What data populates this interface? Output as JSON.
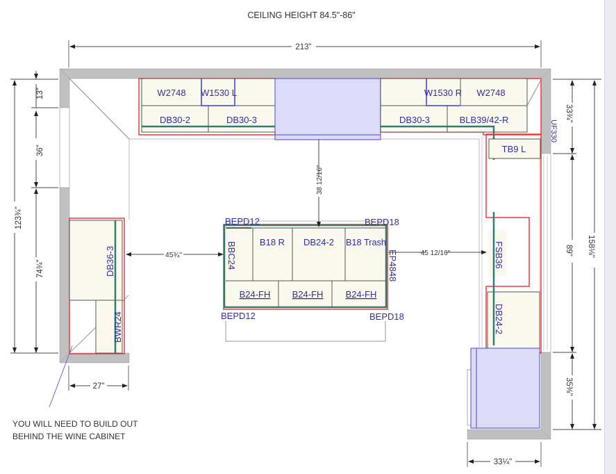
{
  "header": {
    "ceiling_height": "CEILING HEIGHT 84.5\"-86\""
  },
  "dimensions": {
    "overall_width": "213\"",
    "left_top": "13\"",
    "left_window": "36\"",
    "left_lower": "74¾\"",
    "left_total": "123¾\"",
    "left_bottom_return": "27\"",
    "right_top": "33¾\"",
    "right_window": "89\"",
    "right_lower": "35⅜\"",
    "right_total": "158⅛\"",
    "right_bottom_return": "33¼\"",
    "aisle_top": "38 12/16\"",
    "aisle_left": "45¾\"",
    "aisle_right": "45 12/16\""
  },
  "cabinets": {
    "top_wall": {
      "left_upper_1": "W2748",
      "left_upper_2": "W1530 L",
      "left_base_1": "DB30-2",
      "left_base_2": "DB30-3",
      "right_upper_1": "W1530 R",
      "right_upper_2": "W2748",
      "right_base_1": "DB30-3",
      "right_base_2": "BLB39/42-R"
    },
    "right_wall": {
      "filler": "UF330",
      "tall": "TB9 L",
      "sink": "FSB36",
      "base": "DB24-2"
    },
    "left_wall": {
      "base": "DB36-3",
      "wine": "BWR24"
    },
    "island": {
      "end_panel_tl": "BEPD12",
      "end_panel_tr": "BEPD18",
      "end_panel_bl": "BEPD12",
      "end_panel_br": "BEPD18",
      "corner": "BBC24",
      "b18r": "B18 R",
      "db24": "DB24-2",
      "trash": "B18 Trash",
      "end_panel_side": "EP4848",
      "back_1": "B24-FH",
      "back_2": "B24-FH",
      "back_3": "B24-FH"
    }
  },
  "notes": {
    "line_1": "YOU WILL NEED TO BUILD OUT",
    "line_2": "BEHIND THE WINE CABINET"
  },
  "colors": {
    "wall": "#c0c0c0",
    "cabinet_fill": "#fbf9ee",
    "appliance_fill": "#dcdcf8",
    "appliance_stroke": "#4a4acb",
    "countertop_outline": "#ee3b3b",
    "toe_kick": "#2e7d70",
    "label": "#2f2f9e"
  }
}
